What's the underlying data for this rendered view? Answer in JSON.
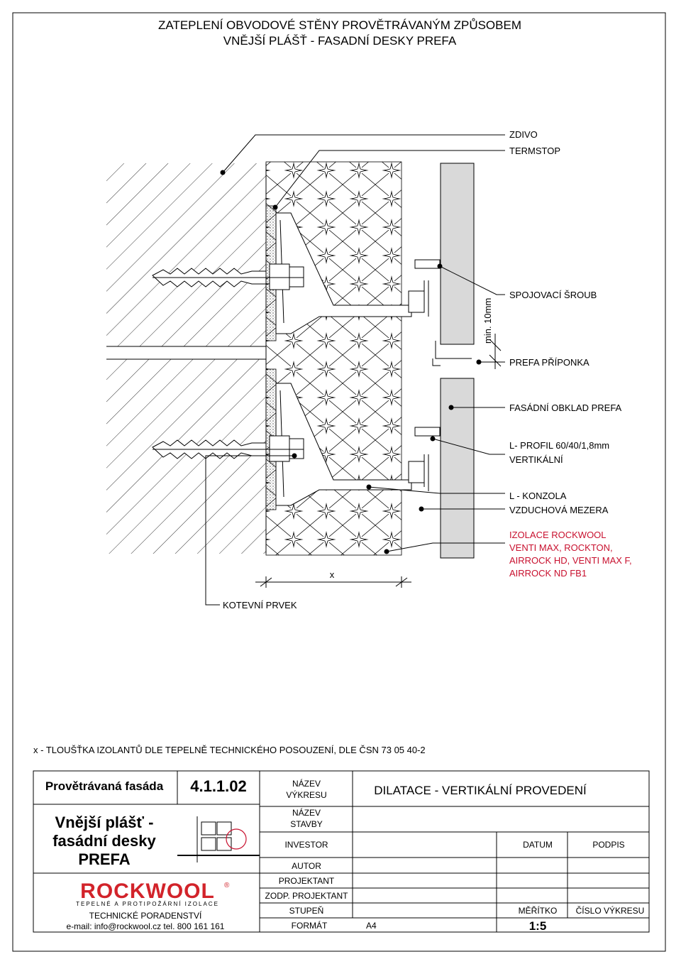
{
  "title": {
    "line1": "ZATEPLENÍ OBVODOVÉ STĚNY PROVĚTRÁVANÝM ZPŮSOBEM",
    "line2": "VNĚJŠÍ PLÁŠŤ - FASADNÍ DESKY PREFA"
  },
  "labels": {
    "zdivo": "ZDIVO",
    "termstop": "TERMSTOP",
    "spojovaci_sroub": "SPOJOVACÍ ŠROUB",
    "prefa_priponka": "PREFA PŘÍPONKA",
    "fasadni_obklad": "FASÁDNÍ OBKLAD PREFA",
    "l_profil_1": "L- PROFIL 60/40/1,8mm",
    "l_profil_2": "VERTIKÁLNÍ",
    "l_konzola": "L - KONZOLA",
    "vzduchova_mezera": "VZDUCHOVÁ MEZERA",
    "izolace_1": "IZOLACE ROCKWOOL",
    "izolace_2": "VENTI MAX, ROCKTON,",
    "izolace_3": "AIRROCK HD, VENTI MAX F,",
    "izolace_4": "AIRROCK ND FB1",
    "kotevni_prvek": "KOTEVNÍ PRVEK",
    "gap_dim": "min. 10mm",
    "x_dim": "x"
  },
  "note": "x - TLOUŠŤKA IZOLANTŮ DLE TEPELNĚ TECHNICKÉHO POSOUZENÍ, DLE ČSN 73 05 40-2",
  "title_block": {
    "category": "Provětrávaná fasáda",
    "code": "4.1.1.02",
    "subject_line1": "Vnější plášť -",
    "subject_line2": "fasádní desky",
    "subject_line3": "PREFA",
    "logo": "ROCKWOOL",
    "logo_reg": "®",
    "tagline": "TEPELNÉ A PROTIPOŽÁRNÍ IZOLACE",
    "advice": "TECHNICKÉ PORADENSTVÍ",
    "contact": "e-mail: info@rockwool.cz tel. 800 161 161",
    "nazev_vykresu_1": "NÁZEV",
    "nazev_vykresu_2": "VÝKRESU",
    "drawing_name": "DILATACE - VERTIKÁLNÍ PROVEDENÍ",
    "nazev_stavby_1": "NÁZEV",
    "nazev_stavby_2": "STAVBY",
    "investor": "INVESTOR",
    "datum": "DATUM",
    "podpis": "PODPIS",
    "autor": "AUTOR",
    "projektant": "PROJEKTANT",
    "zodp_projektant": "ZODP. PROJEKTANT",
    "stupen": "STUPEŇ",
    "meritko": "MĚŘÍTKO",
    "cislo_vykresu": "ČÍSLO VÝKRESU",
    "format": "FORMÁT",
    "format_value": "A4",
    "scale_value": "1:5"
  },
  "colors": {
    "line": "#000000",
    "cladding": "#d9d9d9",
    "red": "#c8102e",
    "logo_red": "#d2232a"
  }
}
